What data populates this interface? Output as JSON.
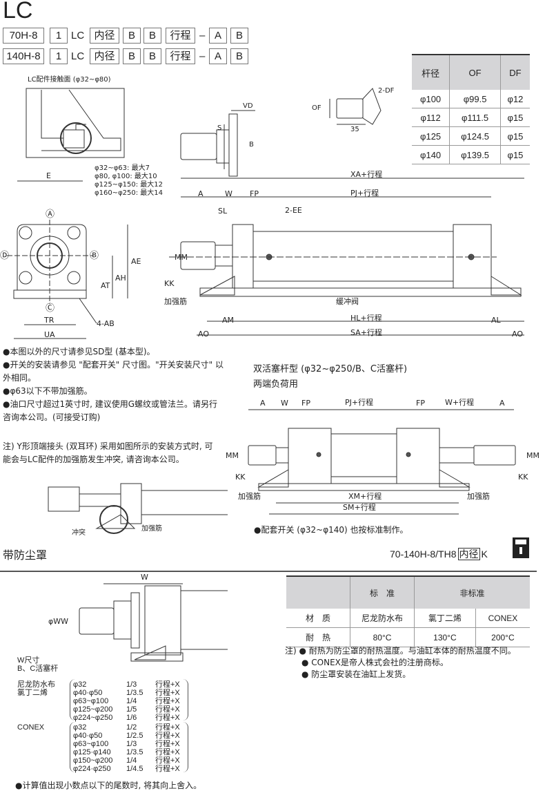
{
  "title": "LC",
  "code_rows": [
    {
      "series": "70H-8",
      "n": "1",
      "type": "LC",
      "bore": "内径",
      "b1": "B",
      "b2": "B",
      "stroke": "行程",
      "dash": "–",
      "a": "A",
      "b3": "B"
    },
    {
      "series": "140H-8",
      "n": "1",
      "type": "LC",
      "bore": "内径",
      "b1": "B",
      "b2": "B",
      "stroke": "行程",
      "dash": "–",
      "a": "A",
      "b3": "B"
    }
  ],
  "lc_contact_label": "LC配件接触面 (φ32~φ80)",
  "rod_detail": {
    "vd": "VD",
    "s": "S",
    "b": "B"
  },
  "of_detail": {
    "df": "2-DF",
    "of": "OF",
    "dim": "35"
  },
  "rod_table": {
    "headers": [
      "杆径",
      "OF",
      "DF"
    ],
    "rows": [
      [
        "φ100",
        "φ99.5",
        "φ12"
      ],
      [
        "φ112",
        "φ111.5",
        "φ15"
      ],
      [
        "φ125",
        "φ124.5",
        "φ15"
      ],
      [
        "φ140",
        "φ139.5",
        "φ15"
      ]
    ]
  },
  "max_notes": [
    "φ32~φ63: 最大7",
    "φ80, φ100: 最大10",
    "φ125~φ150: 最大12",
    "φ160~φ250: 最大14"
  ],
  "front_view": {
    "e": "E",
    "a": "Ⓐ",
    "b": "Ⓑ",
    "c": "Ⓒ",
    "d": "Ⓓ",
    "ae": "AE",
    "ah": "AH",
    "at": "AT",
    "tr": "TR",
    "ua": "UA",
    "ab": "4-AB"
  },
  "side_view": {
    "xa": "XA+行程",
    "a": "A",
    "w": "W",
    "fp": "FP",
    "pj": "PJ+行程",
    "sl": "SL",
    "ee": "2-EE",
    "mm": "MM",
    "kk": "KK",
    "rib": "加强筋",
    "cushion": "缓冲阀",
    "am": "AM",
    "hl": "HL+行程",
    "al": "AL",
    "ao1": "AO",
    "sa": "SA+行程",
    "ao2": "AO"
  },
  "notes": [
    "●本图以外的尺寸请参见SD型 (基本型)。",
    "●开关的安装请参见 \"配套开关\" 尺寸图。\"开关安装尺寸\" 以外相同。",
    "●φ63以下不带加强筋。",
    "●油口尺寸超过1英寸时, 建议使用G螺纹或管法兰。请另行咨询本公司。(可接受订购)"
  ],
  "y_note": "注) Y形顶端接头 (双耳环) 采用如图所示的安装方式时, 可能会与LC配件的加强筋发生冲突, 请咨询本公司。",
  "conflict": {
    "collision": "冲突",
    "rib": "加强筋"
  },
  "double_rod": {
    "title": "双活塞杆型 (φ32~φ250/B、C活塞杆)",
    "subtitle": "两端负荷用",
    "a1": "A",
    "w": "W",
    "fp1": "FP",
    "pj": "PJ+行程",
    "fp2": "FP",
    "ws": "W+行程",
    "a2": "A",
    "mm1": "MM",
    "mm2": "MM",
    "kk1": "KK",
    "kk2": "KK",
    "rib1": "加强筋",
    "rib2": "加强筋",
    "xm": "XM+行程",
    "sm": "SM+行程",
    "note": "●配套开关 (φ32~φ140) 也按标准制作。"
  },
  "dust": {
    "title": "带防尘罩",
    "code_prefix": "70-140H-8/TH8",
    "code_box": "内径",
    "code_suffix": "K",
    "w": "W",
    "ww": "φWW",
    "table": {
      "headers": [
        "",
        "标　准",
        "非标准"
      ],
      "rows": [
        [
          "材　质",
          "尼龙防水布",
          "氯丁二烯",
          "CONEX"
        ],
        [
          "耐　热",
          "80°C",
          "130°C",
          "200°C"
        ]
      ]
    },
    "notes": [
      "注) ● 耐热为防尘罩的耐热温度。与油缸本体的耐热温度不同。",
      "● CONEX是帝人株式会社的注册商标。",
      "● 防尘罩安装在油缸上发货。"
    ],
    "w_title": "W尺寸",
    "w_sub": "B、C活塞杆",
    "groups": [
      {
        "label1": "尼龙防水布",
        "label2": "氯丁二烯",
        "rows": [
          [
            "φ32",
            "1/3",
            "行程+X"
          ],
          [
            "φ40·φ50",
            "1/3.5",
            "行程+X"
          ],
          [
            "φ63~φ100",
            "1/4",
            "行程+X"
          ],
          [
            "φ125~φ200",
            "1/5",
            "行程+X"
          ],
          [
            "φ224~φ250",
            "1/6",
            "行程+X"
          ]
        ]
      },
      {
        "label1": "CONEX",
        "label2": "",
        "rows": [
          [
            "φ32",
            "1/2",
            "行程+X"
          ],
          [
            "φ40·φ50",
            "1/2.5",
            "行程+X"
          ],
          [
            "φ63~φ100",
            "1/3",
            "行程+X"
          ],
          [
            "φ125·φ140",
            "1/3.5",
            "行程+X"
          ],
          [
            "φ150~φ200",
            "1/4",
            "行程+X"
          ],
          [
            "φ224·φ250",
            "1/4.5",
            "行程+X"
          ]
        ]
      }
    ],
    "bottom_note": "●计算值出现小数点以下的尾数时, 将其向上舍入。"
  }
}
